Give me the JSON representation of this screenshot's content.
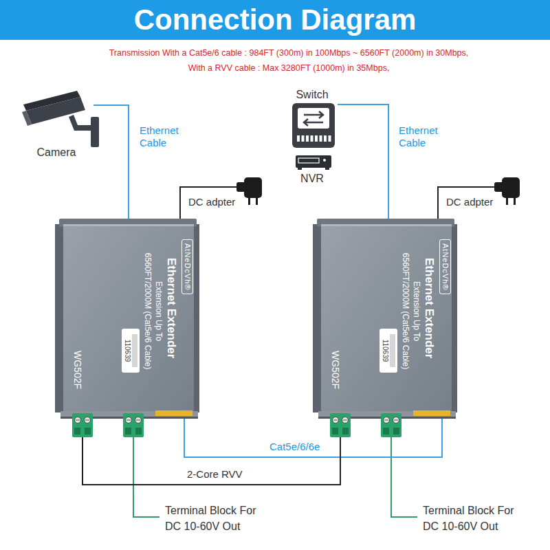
{
  "diagram": {
    "title": "Connection Diagram",
    "nodes": [
      {
        "text": [
          "Camera"
        ]
      },
      {
        "text": [
          "Switch"
        ]
      },
      {
        "text": [
          "NVR"
        ]
      },
      {
        "text": [
          "AtNeDcVh®",
          "Ethernet Extender",
          "Extension Up To",
          "6560FT/2000M (Cat5e/6 Cable)",
          "WG502F"
        ]
      },
      {
        "text": [
          "110639"
        ],
        "in": 3
      },
      {
        "text": [
          "AtNeDcVh®",
          "Ethernet Extender",
          "Extension Up To",
          "6560FT/2000M (Cat5e/6 Cable)",
          "WG502F"
        ]
      },
      {
        "text": [
          "110639"
        ],
        "in": 5
      }
    ],
    "edges": [
      {
        "from": 0,
        "to": 3,
        "label": "Ethernet Cable",
        "arrow": "none"
      },
      {
        "from": 1,
        "to": 5,
        "label": "Ethernet Cable",
        "arrow": "none"
      },
      {
        "from": 3,
        "to": 5,
        "label": "Cat5e/6/6e",
        "arrow": "none"
      },
      {
        "from": 3,
        "to": 5,
        "label": "2-Core RVV",
        "arrow": "none"
      }
    ],
    "labels": [
      "Transmission With a Cat5e/6 cable : 984FT (300m) in 100Mbps ~ 6560FT (2000m) in 30Mbps,",
      "With a RVV cable : Max 3280FT (1000m) in 35Mbps,",
      "DC adpter",
      "DC adpter",
      "Terminal Block For DC 10-60V Out",
      "Terminal Block For DC 10-60V Out"
    ]
  }
}
